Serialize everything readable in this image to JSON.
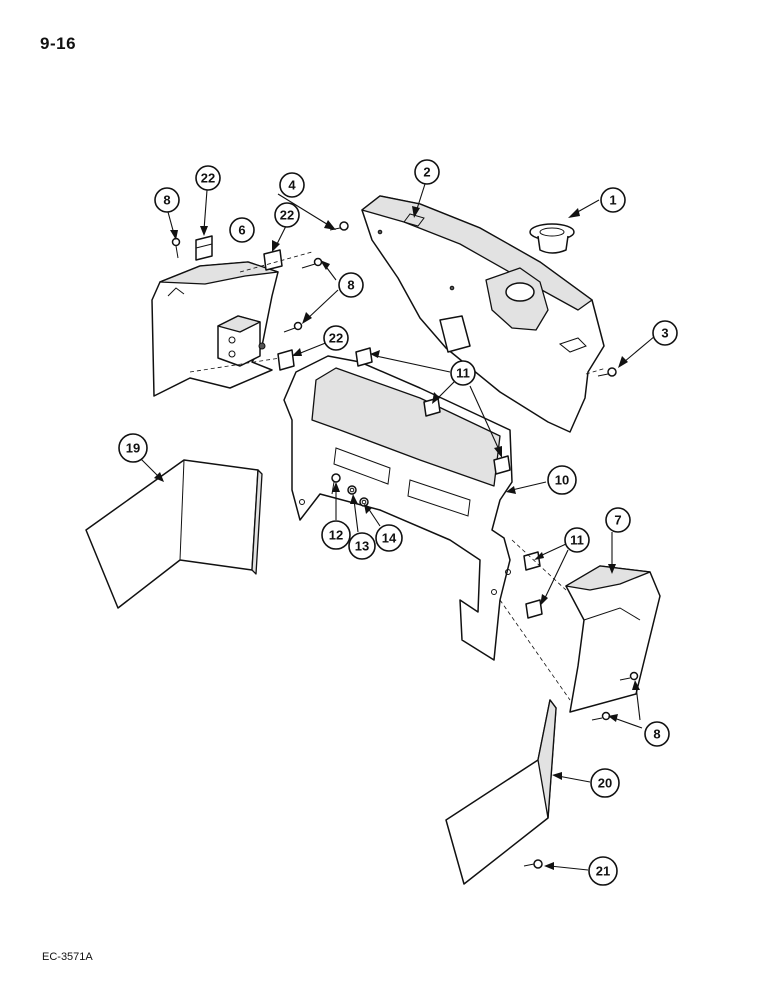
{
  "page": {
    "number": "9-16",
    "figure_code": "EC-3571A"
  },
  "callouts": [
    {
      "label": "1"
    },
    {
      "label": "2"
    },
    {
      "label": "3"
    },
    {
      "label": "4"
    },
    {
      "label": "6"
    },
    {
      "label": "7"
    },
    {
      "label": "8"
    },
    {
      "label": "8"
    },
    {
      "label": "8"
    },
    {
      "label": "10"
    },
    {
      "label": "11"
    },
    {
      "label": "11"
    },
    {
      "label": "12"
    },
    {
      "label": "13"
    },
    {
      "label": "14"
    },
    {
      "label": "19"
    },
    {
      "label": "20"
    },
    {
      "label": "21"
    },
    {
      "label": "22"
    },
    {
      "label": "22"
    },
    {
      "label": "22"
    }
  ]
}
